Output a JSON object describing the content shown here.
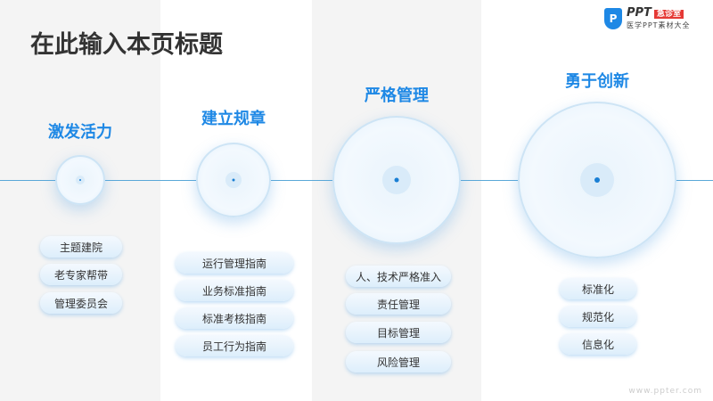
{
  "title": "在此输入本页标题",
  "logo": {
    "brand": "PPT",
    "badge": "急诊室",
    "subtitle": "医学PPT素材大全",
    "icon": "P"
  },
  "columns": [
    {
      "title": "激发活力",
      "items": [
        "主题建院",
        "老专家帮带",
        "管理委员会"
      ]
    },
    {
      "title": "建立规章",
      "items": [
        "运行管理指南",
        "业务标准指南",
        "标准考核指南",
        "员工行为指南"
      ]
    },
    {
      "title": "严格管理",
      "items": [
        "人、技术严格准入",
        "责任管理",
        "目标管理",
        "风险管理"
      ]
    },
    {
      "title": "勇于创新",
      "items": [
        "标准化",
        "规范化",
        "信息化"
      ]
    }
  ],
  "watermark": "www.ppter.com"
}
